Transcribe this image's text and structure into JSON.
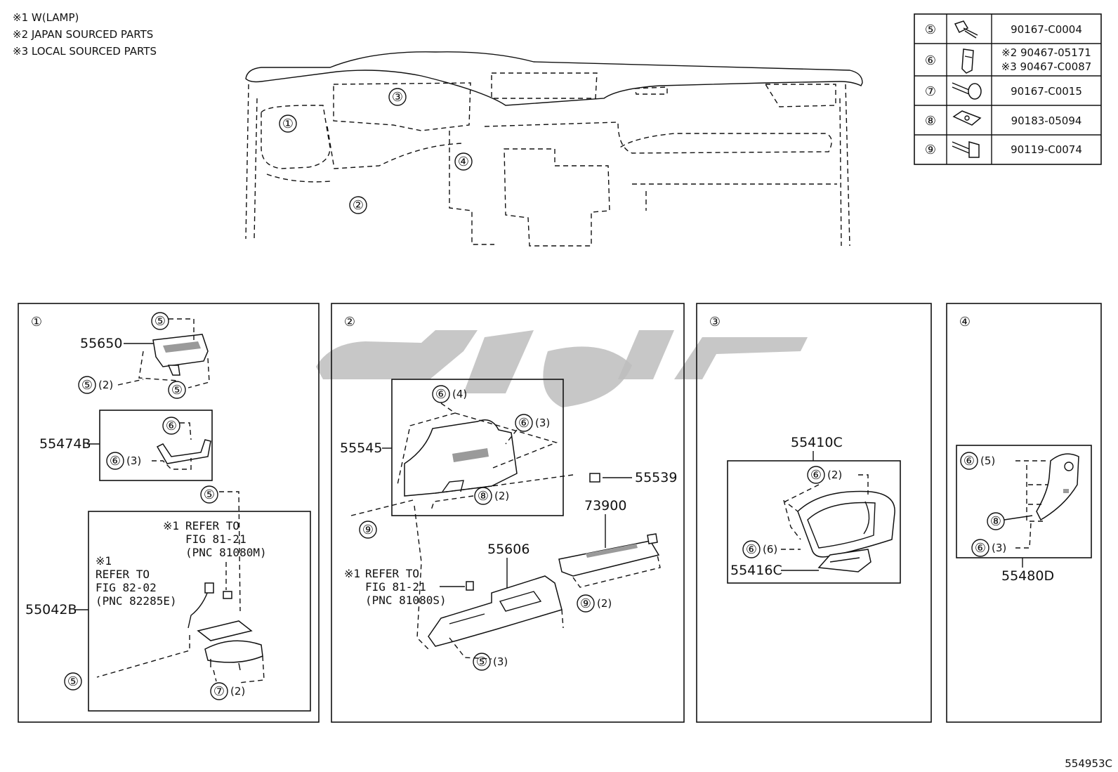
{
  "notes": [
    "※1 W(LAMP)",
    "※2 JAPAN SOURCED PARTS",
    "※3 LOCAL SOURCED PARTS"
  ],
  "overview_callouts": [
    "①",
    "②",
    "③",
    "④"
  ],
  "parts_table": [
    {
      "ref": "⑤",
      "icon": "bolt-icon",
      "part": "90167-C0004",
      "part2": ""
    },
    {
      "ref": "⑥",
      "icon": "clip-icon",
      "part": "※2 90467-05171",
      "part2": "※3 90467-C0087"
    },
    {
      "ref": "⑦",
      "icon": "screw-icon",
      "part": "90167-C0015",
      "part2": ""
    },
    {
      "ref": "⑧",
      "icon": "nut-icon",
      "part": "90183-05094",
      "part2": ""
    },
    {
      "ref": "⑨",
      "icon": "bolt-washer-icon",
      "part": "90119-C0074",
      "part2": ""
    }
  ],
  "panel1": {
    "number": "①",
    "p55650": "55650",
    "p55474B": "55474B",
    "p55042B": "55042B",
    "ref_a": {
      "mark": "※1",
      "l1": "REFER TO",
      "l2": "FIG 81-21",
      "l3": "(PNC 81080M)"
    },
    "ref_b": {
      "mark": "※1",
      "l1": "REFER TO",
      "l2": "FIG 82-02",
      "l3": "(PNC 82285E)"
    },
    "c5a": "⑤",
    "c5b": "⑤",
    "c5c": "⑤",
    "c5c_qty": "(2)",
    "c5d": "⑤",
    "c5e": "⑤",
    "c6a": "⑥",
    "c6b": "⑥",
    "c6b_qty": "(3)",
    "c7": "⑦",
    "c7_qty": "(2)"
  },
  "panel2": {
    "number": "②",
    "p55545": "55545",
    "p55539": "55539",
    "p73900": "73900",
    "p55606": "55606",
    "ref": {
      "mark": "※1",
      "l1": "REFER TO",
      "l2": "FIG 81-21",
      "l3": "(PNC 81080S)"
    },
    "c6a": "⑥",
    "c6a_qty": "(4)",
    "c6b": "⑥",
    "c6b_qty": "(3)",
    "c8": "⑧",
    "c8_qty": "(2)",
    "c9a": "⑨",
    "c9b": "⑨",
    "c9b_qty": "(2)",
    "c5": "⑤",
    "c5_qty": "(3)"
  },
  "panel3": {
    "number": "③",
    "p55410C": "55410C",
    "p55416C": "55416C",
    "c6a": "⑥",
    "c6a_qty": "(2)",
    "c6b": "⑥",
    "c6b_qty": "(6)"
  },
  "panel4": {
    "number": "④",
    "p55480D": "55480D",
    "c6a": "⑥",
    "c6a_qty": "(5)",
    "c8": "⑧",
    "c6b": "⑥",
    "c6b_qty": "(3)"
  },
  "figure_id": "554953C"
}
